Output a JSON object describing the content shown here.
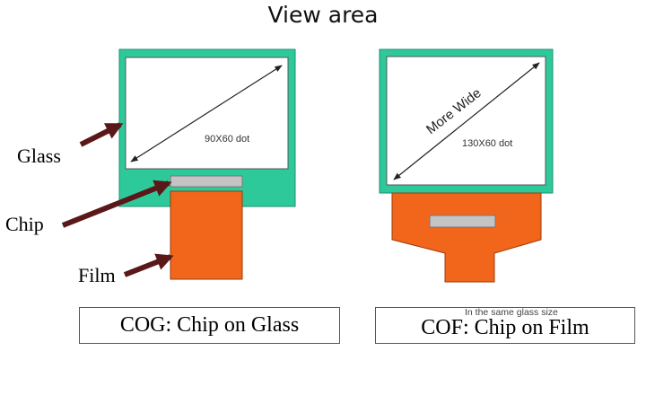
{
  "title": "View area",
  "labels": {
    "glass": "Glass",
    "chip": "Chip",
    "film": "Film"
  },
  "cog": {
    "caption": "COG: Chip on Glass",
    "resolution": "90X60 dot"
  },
  "cof": {
    "caption": "COF: Chip on Film",
    "resolution": "130X60 dot",
    "wide_label": "More Wide",
    "note": "In the same glass size"
  },
  "colors": {
    "glass": "#2ec99a",
    "film": "#f2661c",
    "chip": "#c4c4c4",
    "arrow": "#5a1818"
  }
}
